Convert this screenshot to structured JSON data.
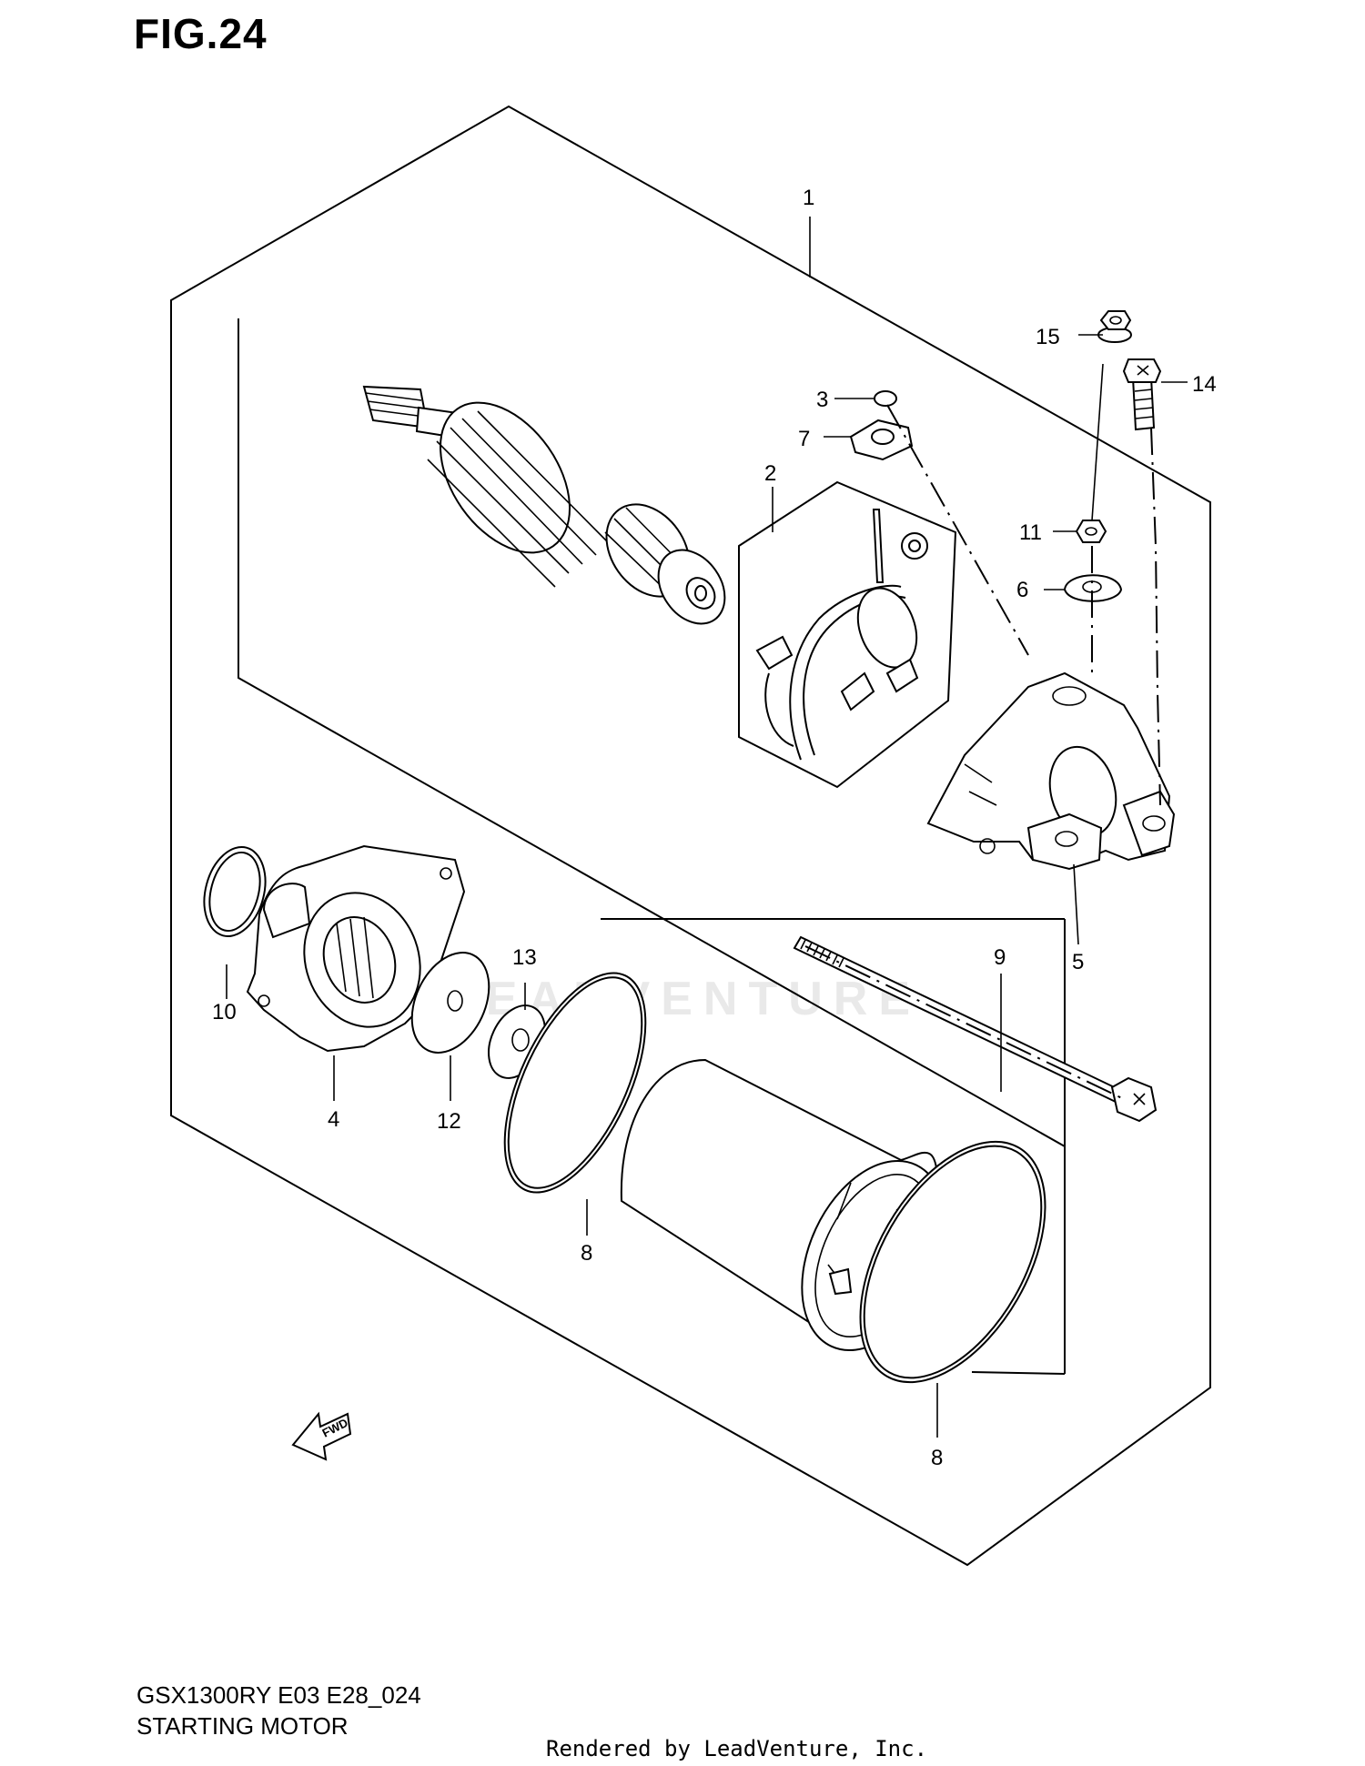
{
  "figure": {
    "title": "FIG.24"
  },
  "callouts": {
    "c1": "1",
    "c2": "2",
    "c3": "3",
    "c4": "4",
    "c5": "5",
    "c6": "6",
    "c7": "7",
    "c8a": "8",
    "c8b": "8",
    "c9": "9",
    "c10": "10",
    "c11": "11",
    "c12": "12",
    "c13": "13",
    "c14": "14",
    "c15": "15"
  },
  "fwd_label": "FWD",
  "footer": {
    "model_code": "GSX1300RY E03 E28_024",
    "subtitle": "STARTING MOTOR",
    "render_credit": "Rendered by LeadVenture, Inc."
  },
  "watermark": "LEADVENTURE",
  "colors": {
    "line": "#000000",
    "background": "#ffffff",
    "watermark": "#e9e9e9"
  }
}
